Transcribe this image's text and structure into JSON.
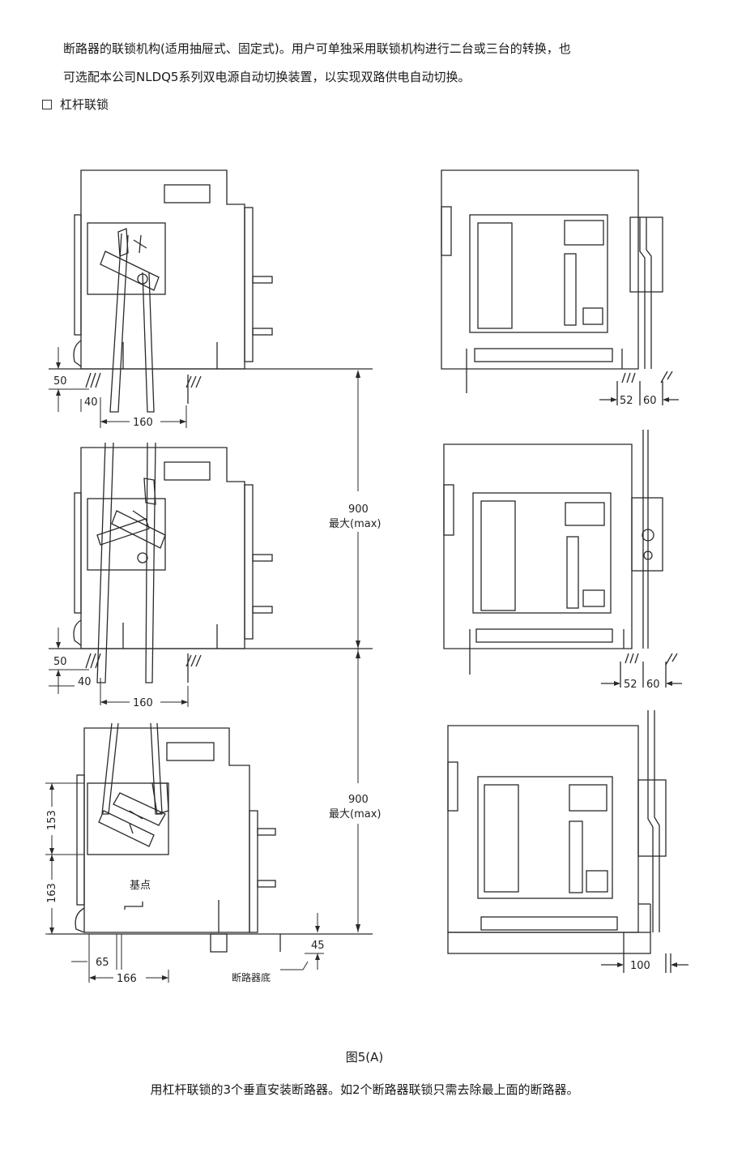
{
  "intro": {
    "line1": "断路器的联锁机构(适用抽屉式、固定式)。用户可单独采用联锁机构进行二台或三台的转换，也",
    "line2": "可选配本公司NLDQ5系列双电源自动切换装置，以实现双路供电自动切换。"
  },
  "section_title": "杠杆联锁",
  "dimensions": {
    "d50_a": "50",
    "d40_a": "40",
    "d160_a": "160",
    "d50_b": "50",
    "d40_b": "40",
    "d160_b": "160",
    "d153": "153",
    "d163": "163",
    "base_point": "基点",
    "d65": "65",
    "d166": "166",
    "breaker_bottom": "断路器底",
    "d45": "45",
    "d900_a": "900",
    "max_a": "最大(max)",
    "d900_b": "900",
    "max_b": "最大(max)",
    "d52_a": "52",
    "d60_a": "60",
    "d52_b": "52",
    "d60_b": "60",
    "d100": "100"
  },
  "figure": {
    "label": "图5(A)",
    "description": "用杠杆联锁的3个垂直安装断路器。如2个断路器联锁只需去除最上面的断路器。"
  }
}
